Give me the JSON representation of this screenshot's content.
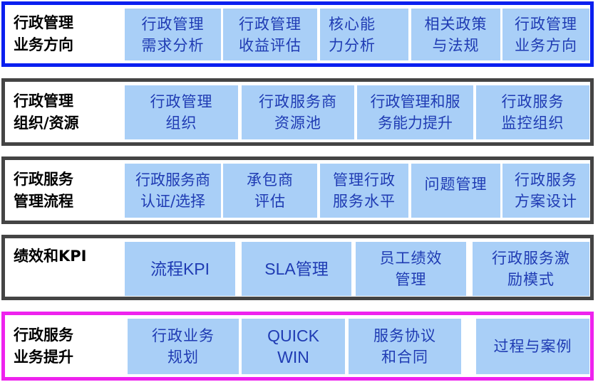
{
  "colors": {
    "cell_fill": "#a9cff7",
    "cell_text": "#1f3bb3",
    "border_blue": "#0a1ff0",
    "border_gray": "#444444",
    "border_magenta": "#ee22ee"
  },
  "rows": [
    {
      "title": "行政管理\n业务方向",
      "cells": [
        "行政管理\n需求分析",
        "行政管理\n收益评估",
        "核心能\n力分析",
        "相关政策\n与法规",
        "行政管理\n业务方向"
      ]
    },
    {
      "title": "行政管理\n组织/资源",
      "cells": [
        "行政管理\n组织",
        "行政服务商\n资源池",
        "行政管理和服\n务能力提升",
        "行政服务\n监控组织"
      ]
    },
    {
      "title": "行政服务\n管理流程",
      "cells": [
        "行政服务商\n认证/选择",
        "承包商\n评估",
        "管理行政\n服务水平",
        "问题管理",
        "行政服务\n方案设计"
      ]
    },
    {
      "title": "绩效和KPI",
      "cells": [
        "流程KPI",
        "SLA管理",
        "员工绩效\n管理",
        "行政服务激\n励模式"
      ]
    },
    {
      "title": "行政服务\n业务提升",
      "cells": [
        "行政业务\n规划",
        "QUICK\nWIN",
        "服务协议\n和合同",
        "过程与案例"
      ]
    }
  ]
}
